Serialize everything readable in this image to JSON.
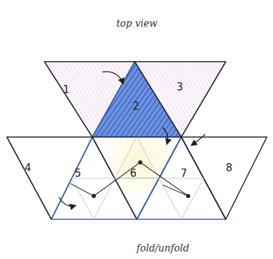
{
  "diagram": {
    "nodes": [
      {
        "text": [
          "1"
        ]
      },
      {
        "text": [
          "2"
        ]
      },
      {
        "text": [
          "3"
        ]
      },
      {
        "text": [
          "4"
        ]
      },
      {
        "text": [
          "5"
        ]
      },
      {
        "text": [
          "6"
        ]
      },
      {
        "text": [
          "7"
        ]
      },
      {
        "text": [
          "8"
        ]
      }
    ],
    "labels": [
      "top view",
      "fold/unfold"
    ]
  }
}
